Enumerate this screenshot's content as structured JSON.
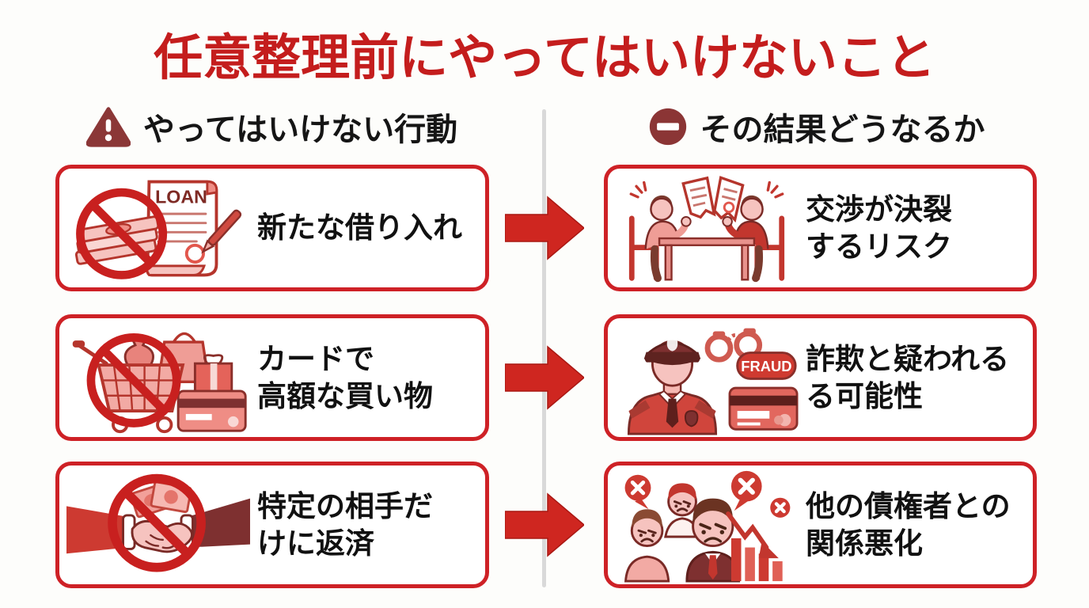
{
  "page": {
    "title": "任意整理前にやってはいけないこと",
    "colors": {
      "title_red": "#c41d1d",
      "box_border_red": "#ce2126",
      "arrow_red": "#cf2620",
      "header_icon_maroon": "#8b3737",
      "divider_gray": "#d9d9d9"
    }
  },
  "columns": {
    "left": {
      "header": "やってはいけない行動",
      "icon": "warning-triangle-icon"
    },
    "right": {
      "header": "その結果どうなるか",
      "icon": "no-entry-icon"
    }
  },
  "rows": [
    {
      "action": {
        "text": "新たな借り入れ",
        "icon": "no-new-loan-icon",
        "doc_label": "LOAN"
      },
      "result": {
        "text": "交渉が決裂\nするリスク",
        "icon": "negotiation-breakdown-icon"
      }
    },
    {
      "action": {
        "text": "カードで\n高額な買い物",
        "icon": "no-card-shopping-icon"
      },
      "result": {
        "text": "詐欺と疑われる\nる可能性",
        "icon": "fraud-suspicion-icon",
        "badge_label": "FRAUD"
      }
    },
    {
      "action": {
        "text": "特定の相手だ\nけに返済",
        "icon": "no-preferential-repayment-icon"
      },
      "result": {
        "text": "他の債権者との\n関係悪化",
        "icon": "creditor-relations-icon"
      }
    }
  ]
}
